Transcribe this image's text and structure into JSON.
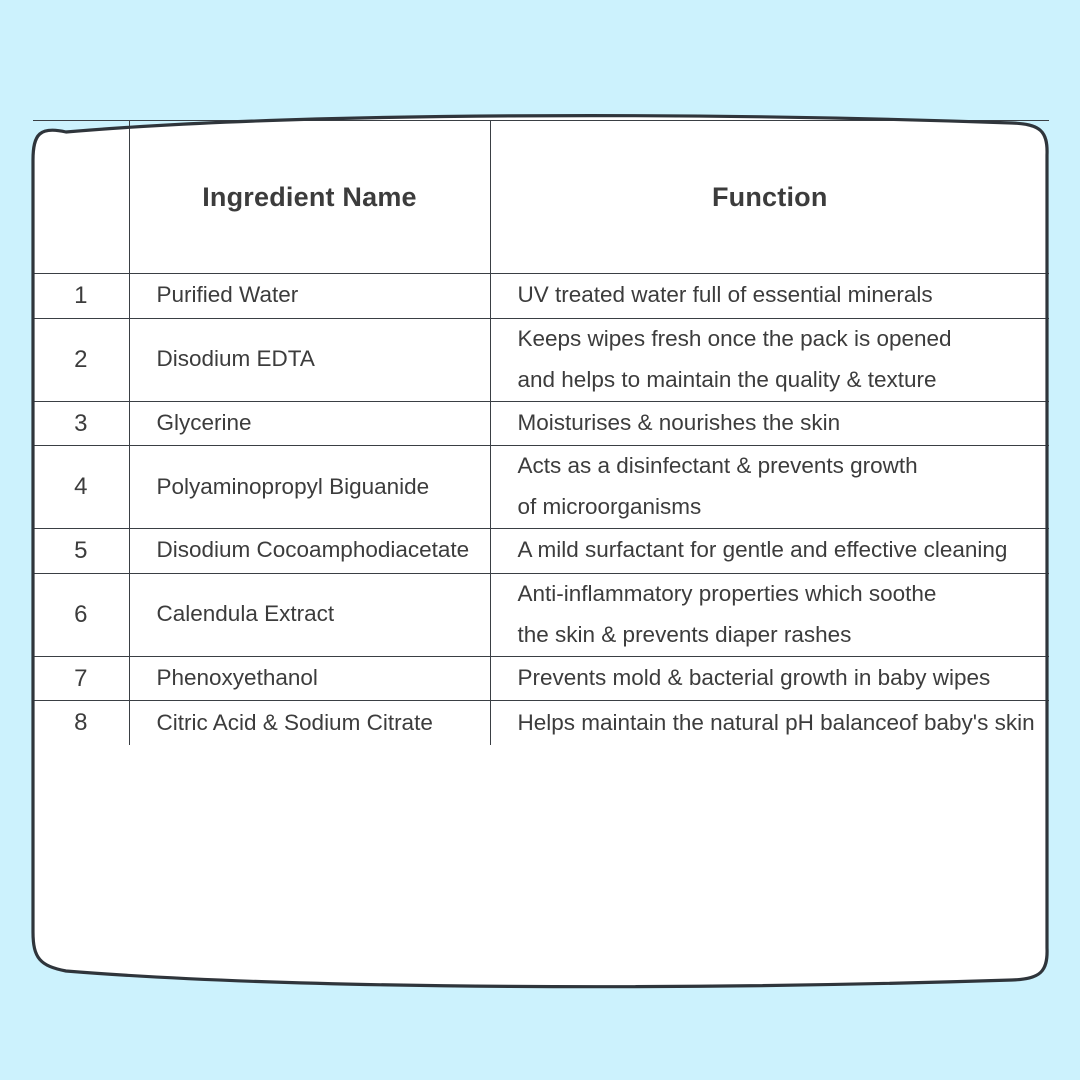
{
  "theme": {
    "background_color": "#ccf2fd",
    "card_color": "#ffffff",
    "border_color": "#3a3f44",
    "text_color": "#3d3d3d",
    "header_text_color": "#33383c"
  },
  "table": {
    "columns": [
      {
        "key": "index",
        "label": ""
      },
      {
        "key": "ingredient_name",
        "label": "Ingredient Name"
      },
      {
        "key": "function",
        "label": "Function"
      }
    ],
    "rows": [
      {
        "index": "1",
        "ingredient_name": "Purified Water",
        "function_lines": [
          "UV treated water full of essential minerals"
        ]
      },
      {
        "index": "2",
        "ingredient_name": "Disodium EDTA",
        "function_lines": [
          "Keeps wipes fresh once the pack is opened",
          "and helps to maintain the quality & texture"
        ]
      },
      {
        "index": "3",
        "ingredient_name": "Glycerine",
        "function_lines": [
          "Moisturises & nourishes the skin"
        ]
      },
      {
        "index": "4",
        "ingredient_name": "Polyaminopropyl Biguanide",
        "function_lines": [
          "Acts as a disinfectant & prevents growth",
          "of microorganisms"
        ]
      },
      {
        "index": "5",
        "ingredient_name": "Disodium Cocoamphodiacetate",
        "function_lines": [
          "A mild surfactant for gentle and effective cleaning"
        ]
      },
      {
        "index": "6",
        "ingredient_name": "Calendula Extract",
        "function_lines": [
          "Anti-inflammatory properties which soothe",
          "the skin & prevents diaper rashes"
        ]
      },
      {
        "index": "7",
        "ingredient_name": "Phenoxyethanol",
        "function_lines": [
          "Prevents mold & bacterial growth in baby wipes"
        ]
      },
      {
        "index": "8",
        "ingredient_name": "Citric Acid & Sodium Citrate",
        "function_lines": [
          "Helps maintain the natural pH balanceof baby's skin"
        ]
      }
    ]
  }
}
